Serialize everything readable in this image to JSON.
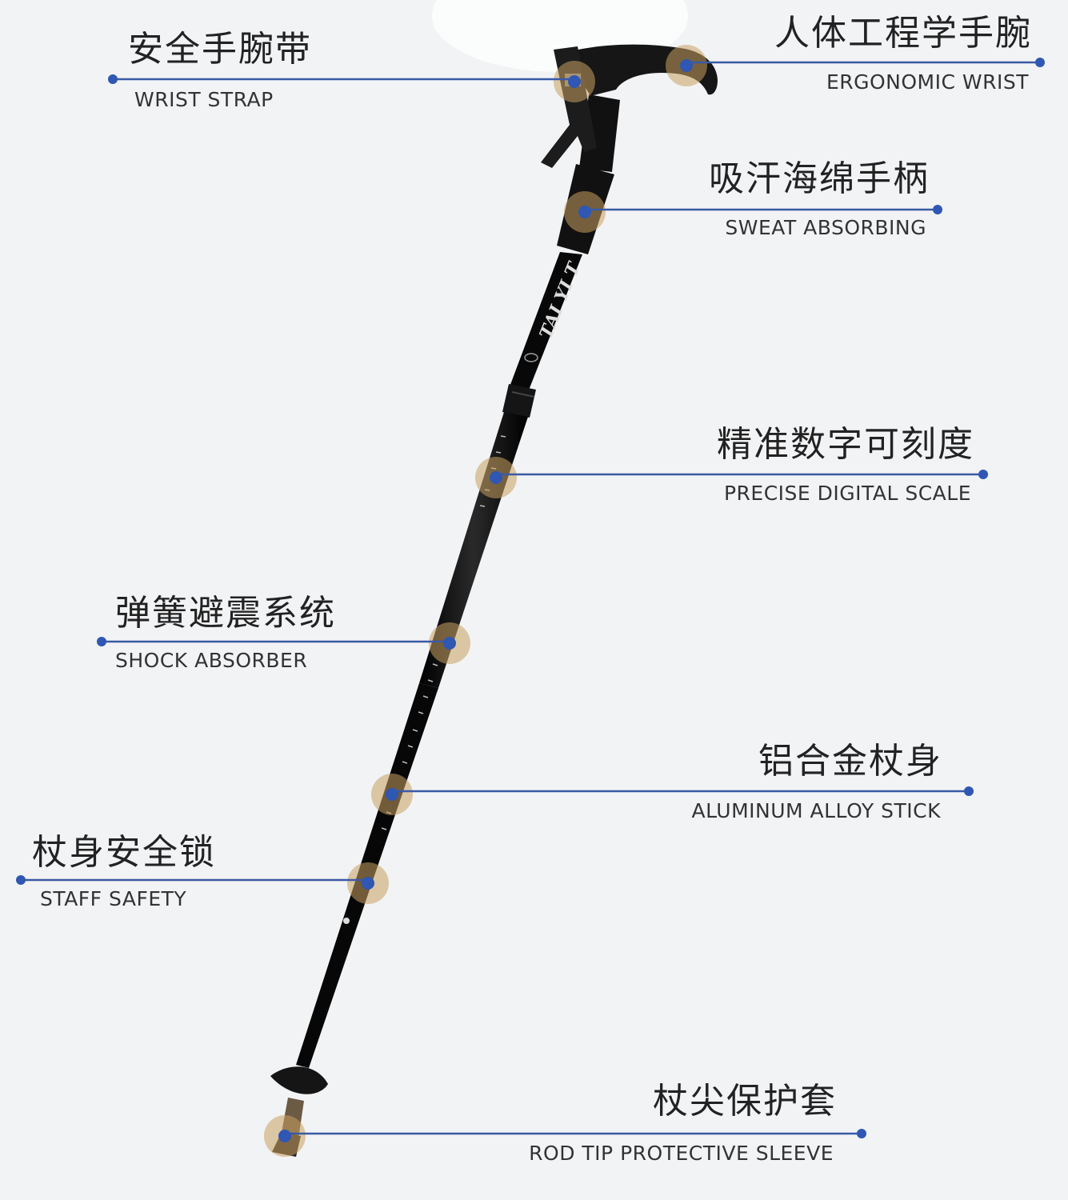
{
  "colors": {
    "background": "#f2f3f5",
    "line": "#3a5aa6",
    "dot": "#2f57b3",
    "highlight": "#c8a060",
    "stick": "#0b0b0b"
  },
  "brand_text": "TAI YI T",
  "callouts": [
    {
      "id": "wrist-strap",
      "cn": "安全手腕带",
      "en": "WRIST STRAP",
      "side": "left"
    },
    {
      "id": "ergonomic-wrist",
      "cn": "人体工程学手腕",
      "en": "ERGONOMIC WRIST",
      "side": "right"
    },
    {
      "id": "sweat-absorbing",
      "cn": "吸汗海绵手柄",
      "en": "SWEAT ABSORBING",
      "side": "right"
    },
    {
      "id": "precise-digital-scale",
      "cn": "精准数字可刻度",
      "en": "PRECISE DIGITAL SCALE",
      "side": "right"
    },
    {
      "id": "shock-absorber",
      "cn": "弹簧避震系统",
      "en": "SHOCK ABSORBER",
      "side": "left"
    },
    {
      "id": "aluminum-alloy-stick",
      "cn": "铝合金杖身",
      "en": "ALUMINUM ALLOY STICK",
      "side": "right"
    },
    {
      "id": "staff-safety",
      "cn": "杖身安全锁",
      "en": "STAFF SAFETY",
      "side": "left"
    },
    {
      "id": "rod-tip-protective-sleeve",
      "cn": "杖尖保护套",
      "en": "ROD TIP PROTECTIVE SLEEVE",
      "side": "right"
    }
  ]
}
